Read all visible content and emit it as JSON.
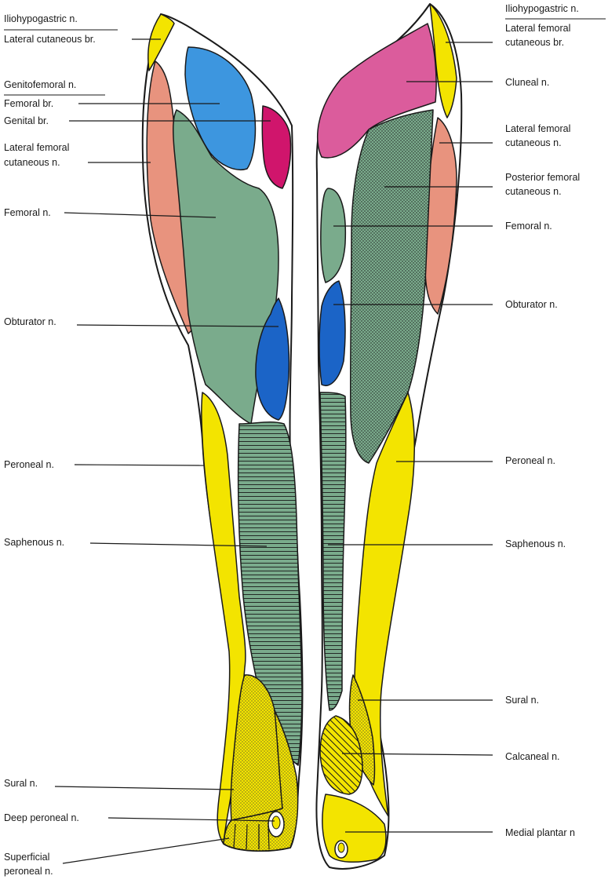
{
  "colors": {
    "yellow": "#f3e400",
    "salmon": "#e8937e",
    "blue_light": "#3d96df",
    "magenta": "#d0156c",
    "green": "#7aab8c",
    "pink": "#db5c9c",
    "blue_dark": "#1b64c7",
    "outline": "#1a1a1a"
  },
  "labels": {
    "left": {
      "iliohypogastric": "Iliohypogastric n.",
      "lateral_cutaneous_br": "Lateral cutaneous br.",
      "genitofemoral": "Genitofemoral n.",
      "femoral_br": "Femoral br.",
      "genital_br": "Genital br.",
      "lateral_femoral_1": "Lateral femoral",
      "lateral_femoral_2": "cutaneous n.",
      "femoral": "Femoral n.",
      "obturator": "Obturator n.",
      "peroneal": "Peroneal n.",
      "saphenous": "Saphenous n.",
      "sural": "Sural n.",
      "deep_peroneal": "Deep peroneal n.",
      "superficial_peroneal_1": "Superficial",
      "superficial_peroneal_2": "peroneal n."
    },
    "right": {
      "iliohypogastric": "Iliohypogastric n.",
      "lateral_femoral_br_1": "Lateral femoral",
      "lateral_femoral_br_2": "cutaneous br.",
      "cluneal": "Cluneal n.",
      "lateral_femoral_1": "Lateral femoral",
      "lateral_femoral_2": "cutaneous n.",
      "posterior_femoral_1": "Posterior femoral",
      "posterior_femoral_2": "cutaneous n.",
      "femoral": "Femoral n.",
      "obturator": "Obturator n.",
      "peroneal": "Peroneal n.",
      "saphenous": "Saphenous n.",
      "sural": "Sural n.",
      "calcaneal": "Calcaneal n.",
      "medial_plantar": "Medial plantar n"
    }
  }
}
